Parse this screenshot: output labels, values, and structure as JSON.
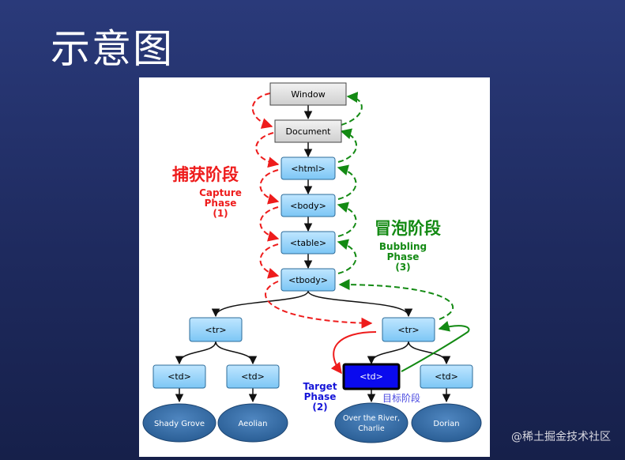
{
  "slide": {
    "title": "示意图"
  },
  "watermark": "@稀土掘金技术社区",
  "nodes": {
    "window": "Window",
    "document": "Document",
    "html": "<html>",
    "body": "<body>",
    "table": "<table>",
    "tbody": "<tbody>",
    "tr_left": "<tr>",
    "tr_right": "<tr>",
    "td_1": "<td>",
    "td_2": "<td>",
    "td_target": "<td>",
    "td_4": "<td>",
    "leaf_1": "Shady Grove",
    "leaf_2": "Aeolian",
    "leaf_3_line1": "Over the River,",
    "leaf_3_line2": "Charlie",
    "leaf_4": "Dorian"
  },
  "capture": {
    "cn": "捕获阶段",
    "line1": "Capture",
    "line2": "Phase",
    "line3": "(1)",
    "color": "#ee1c1c"
  },
  "bubbling": {
    "cn": "冒泡阶段",
    "line1": "Bubbling",
    "line2": "Phase",
    "line3": "(3)",
    "color": "#138a13"
  },
  "target": {
    "cn": "目标阶段",
    "line1": "Target",
    "line2": "Phase",
    "line3": "(2)",
    "color": "#1515d8"
  }
}
